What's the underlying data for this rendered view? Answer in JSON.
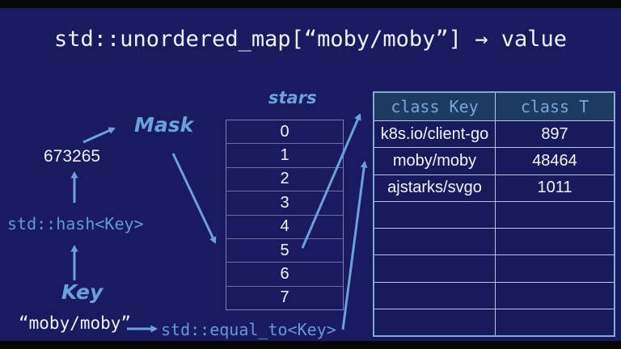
{
  "slide": {
    "title": "std::unordered_map[“moby/moby”] → value"
  },
  "labels": {
    "mask": "Mask",
    "hash_value": "673265",
    "hash_fn": "std::hash<Key>",
    "key": "Key",
    "key_string": "“moby/moby”",
    "equal_fn": "std::equal_to<Key>",
    "buckets_title": "stars"
  },
  "buckets": {
    "rows": [
      "0",
      "1",
      "2",
      "3",
      "4",
      "5",
      "6",
      "7"
    ],
    "highlighted_bucket": "5"
  },
  "table": {
    "headers": [
      "class Key",
      "class T"
    ],
    "rows": [
      [
        "k8s.io/client-go",
        "897"
      ],
      [
        "moby/moby",
        "48464"
      ],
      [
        "ajstarks/svgo",
        "1011"
      ],
      [
        "",
        ""
      ],
      [
        "",
        ""
      ],
      [
        "",
        ""
      ],
      [
        "",
        ""
      ],
      [
        "",
        ""
      ]
    ]
  },
  "colors": {
    "background": "#1a1b5e",
    "accent_blue": "#6ba0de",
    "code_blue": "#639ad4",
    "table_header_bg": "#1d3b60",
    "table_border": "#7fa9d8",
    "text_white": "#f1f1f4",
    "letterbox": "#060606"
  }
}
